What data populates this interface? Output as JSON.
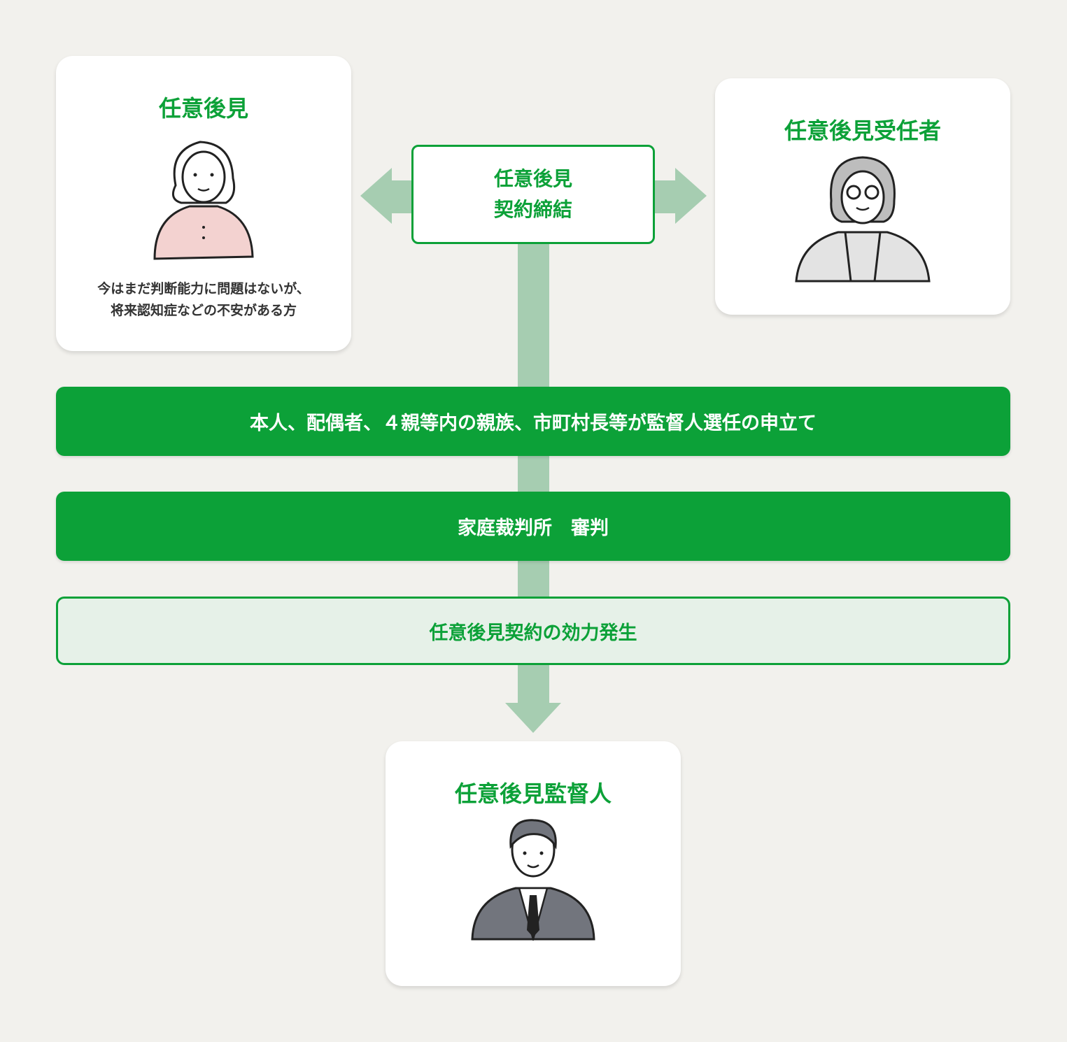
{
  "principal": {
    "title": "任意後見",
    "description_lines": [
      "今はまだ判断能力に問題はないが、",
      "将来認知症などの不安がある方"
    ]
  },
  "trustee": {
    "title": "任意後見受任者"
  },
  "contract": {
    "line1": "任意後見",
    "line2": "契約締結"
  },
  "steps": [
    {
      "label": "本人、配偶者、４親等内の親族、市町村長等が監督人選任の申立て"
    },
    {
      "label": "家庭裁判所　審判"
    },
    {
      "label": "任意後見契約の効力発生"
    }
  ],
  "supervisor": {
    "title": "任意後見監督人"
  },
  "colors": {
    "accent": "#0ca138",
    "arrow": "#a6cdb1",
    "background": "#f2f1ed"
  }
}
